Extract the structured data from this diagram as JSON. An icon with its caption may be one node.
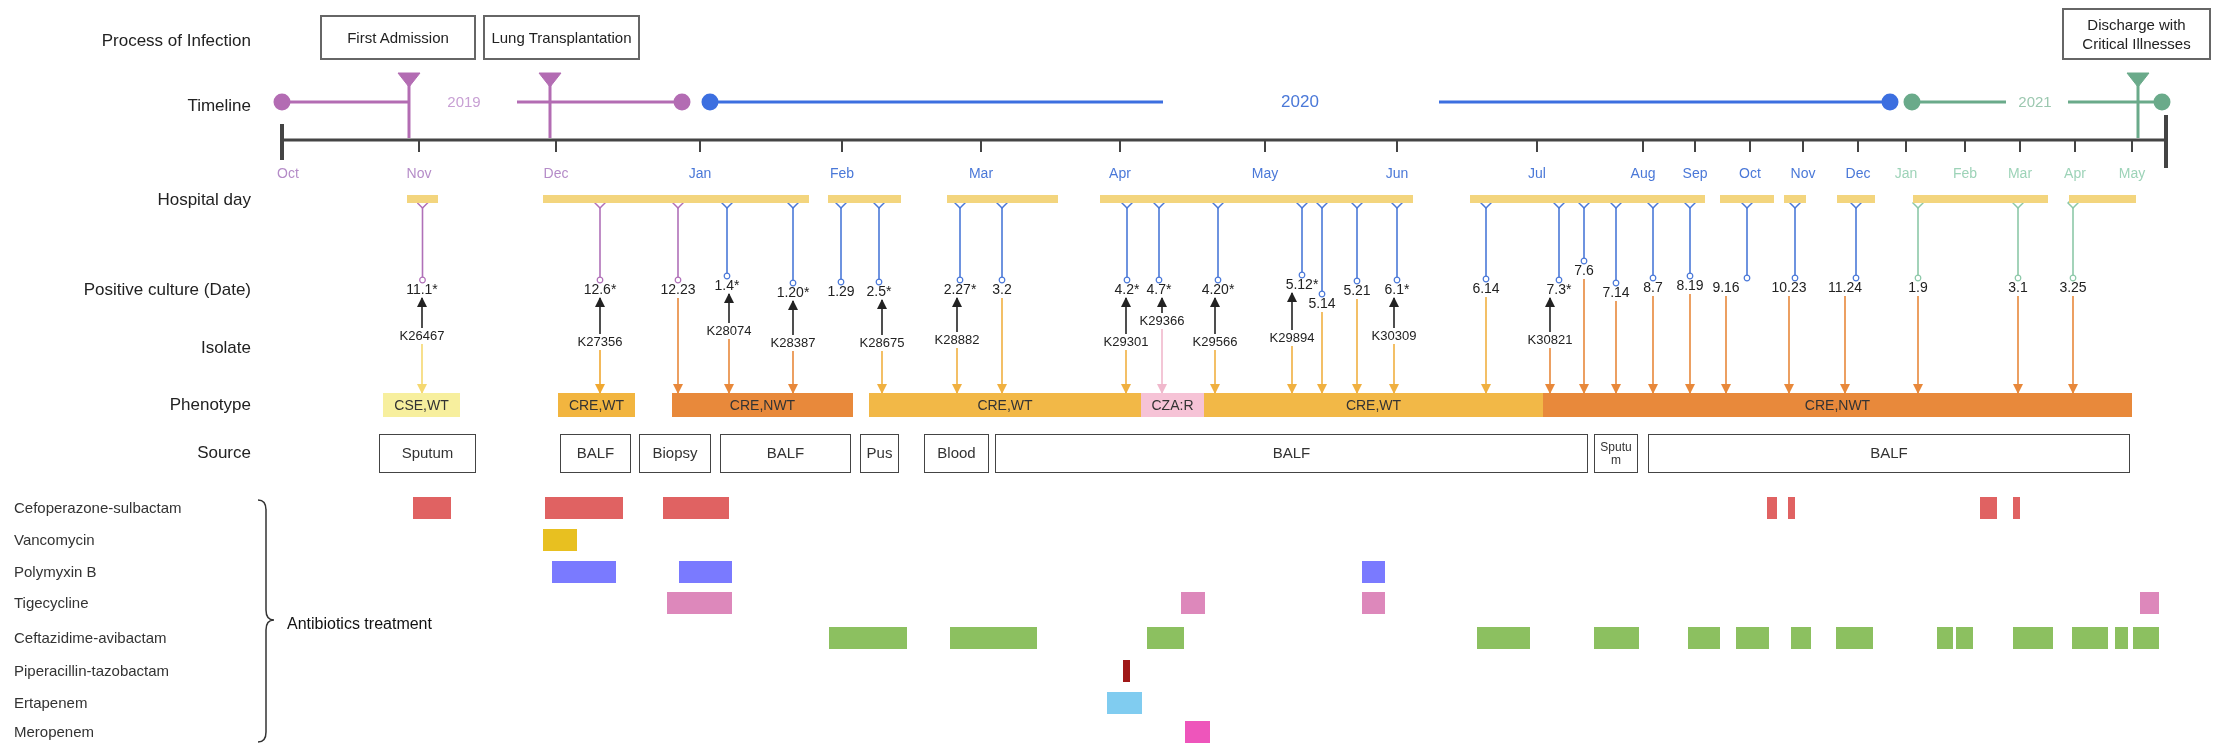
{
  "diagram": {
    "nodes": [
      {
        "text": [
          "First Admission"
        ]
      },
      {
        "text": [
          "Lung Transplantation"
        ]
      },
      {
        "text": [
          "Discharge with Critical Illnesses"
        ]
      },
      {
        "text": [],
        "shape": "bar"
      },
      {
        "text": [],
        "shape": "bar"
      },
      {
        "text": [],
        "shape": "bar"
      },
      {
        "text": [],
        "shape": "bar"
      },
      {
        "text": [],
        "shape": "bar"
      },
      {
        "text": [],
        "shape": "bar"
      },
      {
        "text": [],
        "shape": "bar"
      },
      {
        "text": [],
        "shape": "bar"
      },
      {
        "text": [],
        "shape": "bar"
      },
      {
        "text": [],
        "shape": "bar"
      },
      {
        "text": [],
        "shape": "bar"
      },
      {
        "text": [
          "11.1*"
        ]
      },
      {
        "text": [
          "12.6*"
        ]
      },
      {
        "text": [
          "12.23"
        ]
      },
      {
        "text": [
          "1.4*"
        ]
      },
      {
        "text": [
          "1.20*"
        ]
      },
      {
        "text": [
          "1.29"
        ]
      },
      {
        "text": [
          "2.5*"
        ]
      },
      {
        "text": [
          "2.27*"
        ]
      },
      {
        "text": [
          "3.2"
        ]
      },
      {
        "text": [
          "4.2*"
        ]
      },
      {
        "text": [
          "4.7*"
        ]
      },
      {
        "text": [
          "4.20*"
        ]
      },
      {
        "text": [
          "5.12*"
        ]
      },
      {
        "text": [
          "5.14"
        ]
      },
      {
        "text": [
          "5.21"
        ]
      },
      {
        "text": [
          "6.1*"
        ]
      },
      {
        "text": [
          "6.14"
        ]
      },
      {
        "text": [
          "7.3*"
        ]
      },
      {
        "text": [
          "7.6"
        ]
      },
      {
        "text": [
          "7.14"
        ]
      },
      {
        "text": [
          "8.7"
        ]
      },
      {
        "text": [
          "8.19"
        ]
      },
      {
        "text": [
          "9.16"
        ]
      },
      {
        "text": [
          "10.23"
        ]
      },
      {
        "text": [
          "11.24"
        ]
      },
      {
        "text": [
          "1.9"
        ]
      },
      {
        "text": [
          "3.1"
        ]
      },
      {
        "text": [
          "3.25"
        ]
      },
      {
        "text": [
          "K26467"
        ]
      },
      {
        "text": [
          "K27356"
        ]
      },
      {
        "text": [
          "K28074"
        ]
      },
      {
        "text": [
          "K28387"
        ]
      },
      {
        "text": [
          "K28675"
        ]
      },
      {
        "text": [
          "K28882"
        ]
      },
      {
        "text": [
          "K29301"
        ]
      },
      {
        "text": [
          "K29366"
        ]
      },
      {
        "text": [
          "K29566"
        ]
      },
      {
        "text": [
          "K29894"
        ]
      },
      {
        "text": [
          "K30309"
        ]
      },
      {
        "text": [
          "K30821"
        ]
      },
      {
        "text": [
          "CSE,WT"
        ]
      },
      {
        "text": [
          "CRE,WT"
        ]
      },
      {
        "text": [
          "CRE,NWT"
        ]
      },
      {
        "text": [
          "CRE,WT"
        ]
      },
      {
        "text": [
          "CZA:R"
        ]
      },
      {
        "text": [
          "CRE,WT"
        ]
      },
      {
        "text": [
          "CRE,NWT"
        ]
      },
      {
        "text": [
          "Sputum"
        ]
      },
      {
        "text": [
          "BALF"
        ]
      },
      {
        "text": [
          "Biopsy"
        ]
      },
      {
        "text": [
          "BALF"
        ]
      },
      {
        "text": [
          "Pus"
        ]
      },
      {
        "text": [
          "Blood"
        ]
      },
      {
        "text": [
          "BALF"
        ]
      },
      {
        "text": [
          "Sputum"
        ]
      },
      {
        "text": [
          "BALF"
        ]
      }
    ],
    "edges": [
      {
        "from": 3,
        "to": 14,
        "arrow": "other",
        "color": "#b070b8"
      },
      {
        "from": 42,
        "to": 14,
        "arrow": "to",
        "color": "#222222"
      },
      {
        "from": 42,
        "to": 54,
        "arrow": "to",
        "color": "#f5d870"
      },
      {
        "from": 4,
        "to": 15,
        "arrow": "other",
        "color": "#b070b8"
      },
      {
        "from": 43,
        "to": 15,
        "arrow": "to",
        "color": "#222222"
      },
      {
        "from": 43,
        "to": 55,
        "arrow": "to",
        "color": "#f0a830"
      },
      {
        "from": 4,
        "to": 16,
        "arrow": "other",
        "color": "#b070b8"
      },
      {
        "from": 16,
        "to": 56,
        "arrow": "to",
        "color": "#e8883a"
      },
      {
        "from": 4,
        "to": 17,
        "arrow": "other",
        "color": "#4a78d8"
      },
      {
        "from": 44,
        "to": 17,
        "arrow": "to",
        "color": "#222222"
      },
      {
        "from": 44,
        "to": 56,
        "arrow": "to",
        "color": "#e8883a"
      },
      {
        "from": 4,
        "to": 18,
        "arrow": "other",
        "color": "#4a78d8"
      },
      {
        "from": 45,
        "to": 18,
        "arrow": "to",
        "color": "#222222"
      },
      {
        "from": 45,
        "to": 56,
        "arrow": "to",
        "color": "#e8883a"
      },
      {
        "from": 5,
        "to": 19,
        "arrow": "other",
        "color": "#4a78d8"
      },
      {
        "from": 5,
        "to": 20,
        "arrow": "other",
        "color": "#4a78d8"
      },
      {
        "from": 46,
        "to": 20,
        "arrow": "to",
        "color": "#222222"
      },
      {
        "from": 46,
        "to": 57,
        "arrow": "to",
        "color": "#f0b040"
      },
      {
        "from": 6,
        "to": 21,
        "arrow": "other",
        "color": "#4a78d8"
      },
      {
        "from": 47,
        "to": 21,
        "arrow": "to",
        "color": "#222222"
      },
      {
        "from": 47,
        "to": 57,
        "arrow": "to",
        "color": "#f0b040"
      },
      {
        "from": 6,
        "to": 22,
        "arrow": "other",
        "color": "#4a78d8"
      },
      {
        "from": 22,
        "to": 57,
        "arrow": "to",
        "color": "#f0b040"
      },
      {
        "from": 7,
        "to": 23,
        "arrow": "other",
        "color": "#4a78d8"
      },
      {
        "from": 48,
        "to": 23,
        "arrow": "to",
        "color": "#222222"
      },
      {
        "from": 48,
        "to": 57,
        "arrow": "to",
        "color": "#f0b040"
      },
      {
        "from": 7,
        "to": 24,
        "arrow": "other",
        "color": "#4a78d8"
      },
      {
        "from": 49,
        "to": 24,
        "arrow": "to",
        "color": "#222222"
      },
      {
        "from": 49,
        "to": 58,
        "arrow": "to",
        "color": "#f0b8cc"
      },
      {
        "from": 7,
        "to": 25,
        "arrow": "other",
        "color": "#4a78d8"
      },
      {
        "from": 50,
        "to": 25,
        "arrow": "to",
        "color": "#222222"
      },
      {
        "from": 50,
        "to": 59,
        "arrow": "to",
        "color": "#f0b040"
      },
      {
        "from": 7,
        "to": 26,
        "arrow": "other",
        "color": "#4a78d8"
      },
      {
        "from": 51,
        "to": 26,
        "arrow": "to",
        "color": "#222222"
      },
      {
        "from": 51,
        "to": 59,
        "arrow": "to",
        "color": "#f0b040"
      },
      {
        "from": 7,
        "to": 27,
        "arrow": "other",
        "color": "#4a78d8"
      },
      {
        "from": 27,
        "to": 59,
        "arrow": "to",
        "color": "#f0b040"
      },
      {
        "from": 7,
        "to": 28,
        "arrow": "other",
        "color": "#4a78d8"
      },
      {
        "from": 28,
        "to": 59,
        "arrow": "to",
        "color": "#f0b040"
      },
      {
        "from": 7,
        "to": 29,
        "arrow": "other",
        "color": "#4a78d8"
      },
      {
        "from": 52,
        "to": 29,
        "arrow": "to",
        "color": "#222222"
      },
      {
        "from": 52,
        "to": 59,
        "arrow": "to",
        "color": "#f0b040"
      },
      {
        "from": 8,
        "to": 30,
        "arrow": "other",
        "color": "#4a78d8"
      },
      {
        "from": 30,
        "to": 59,
        "arrow": "to",
        "color": "#f0b040"
      },
      {
        "from": 8,
        "to": 31,
        "arrow": "other",
        "color": "#4a78d8"
      },
      {
        "from": 53,
        "to": 31,
        "arrow": "to",
        "color": "#222222"
      },
      {
        "from": 53,
        "to": 60,
        "arrow": "to",
        "color": "#e8883a"
      },
      {
        "from": 8,
        "to": 32,
        "arrow": "other",
        "color": "#4a78d8"
      },
      {
        "from": 32,
        "to": 60,
        "arrow": "to",
        "color": "#e8883a"
      },
      {
        "from": 8,
        "to": 33,
        "arrow": "other",
        "color": "#4a78d8"
      },
      {
        "from": 33,
        "to": 60,
        "arrow": "to",
        "color": "#e8883a"
      },
      {
        "from": 8,
        "to": 34,
        "arrow": "other",
        "color": "#4a78d8"
      },
      {
        "from": 34,
        "to": 60,
        "arrow": "to",
        "color": "#e8883a"
      },
      {
        "from": 8,
        "to": 35,
        "arrow": "other",
        "color": "#4a78d8"
      },
      {
        "from": 35,
        "to": 60,
        "arrow": "to",
        "color": "#e8883a"
      },
      {
        "from": 9,
        "to": 36,
        "arrow": "other",
        "color": "#4a78d8"
      },
      {
        "from": 36,
        "to": 60,
        "arrow": "to",
        "color": "#e8883a"
      },
      {
        "from": 10,
        "to": 37,
        "arrow": "other",
        "color": "#4a78d8"
      },
      {
        "from": 37,
        "to": 60,
        "arrow": "to",
        "color": "#e8883a"
      },
      {
        "from": 11,
        "to": 38,
        "arrow": "other",
        "color": "#4a78d8"
      },
      {
        "from": 38,
        "to": 60,
        "arrow": "to",
        "color": "#e8883a"
      },
      {
        "from": 12,
        "to": 39,
        "arrow": "other",
        "color": "#8cc8a8"
      },
      {
        "from": 39,
        "to": 60,
        "arrow": "to",
        "color": "#e8883a"
      },
      {
        "from": 12,
        "to": 40,
        "arrow": "other",
        "color": "#8cc8a8"
      },
      {
        "from": 40,
        "to": 60,
        "arrow": "to",
        "color": "#e8883a"
      },
      {
        "from": 13,
        "to": 41,
        "arrow": "other",
        "color": "#8cc8a8"
      },
      {
        "from": 41,
        "to": 60,
        "arrow": "to",
        "color": "#e8883a"
      }
    ],
    "labels": [
      "Process of Infection",
      "Timeline",
      "2019",
      "2020",
      "2021",
      "Oct",
      "Nov",
      "Dec",
      "Jan",
      "Feb",
      "Mar",
      "Apr",
      "May",
      "Jun",
      "Jul",
      "Aug",
      "Sep",
      "Oct",
      "Nov",
      "Dec",
      "Jan",
      "Feb",
      "Mar",
      "Apr",
      "May",
      "Hospital day",
      "Positive culture (Date)",
      "Isolate",
      "Phenotype",
      "Source",
      "Cefoperazone-sulbactam",
      "Vancomycin",
      "Polymyxin B",
      "Tigecycline",
      "Ceftazidime-avibactam",
      "Piperacillin-tazobactam",
      "Ertapenem",
      "Meropenem",
      "Antibiotics treatment"
    ]
  }
}
